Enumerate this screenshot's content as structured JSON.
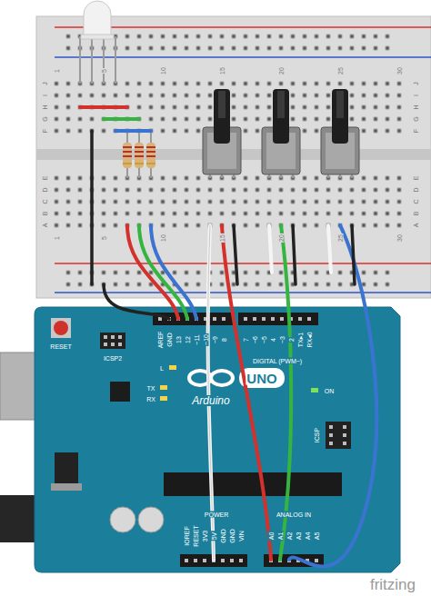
{
  "diagram": {
    "labels": [
      "1",
      "5",
      "10",
      "15",
      "20",
      "25",
      "30",
      "1",
      "5",
      "10",
      "15",
      "20",
      "25",
      "30",
      "J",
      "I",
      "H",
      "G",
      "F",
      "E",
      "D",
      "C",
      "B",
      "A",
      "J",
      "I",
      "H",
      "G",
      "F",
      "E",
      "D",
      "C",
      "B",
      "A",
      "RESET",
      "ICSP2",
      "AREF",
      "GND",
      "13",
      "12",
      "~11",
      "~10",
      "~9",
      "8",
      "7",
      "~6",
      "~5",
      "4",
      "~3",
      "2",
      "TX▸1",
      "RX◂0",
      "DIGITAL (PWM~)",
      "L",
      "TX",
      "RX",
      "Arduino",
      "UNO",
      "ON",
      "ICSP",
      "IOREF",
      "RESET",
      "3V3",
      "5V",
      "GND",
      "GND",
      "VIN",
      "POWER",
      "ANALOG IN",
      "A0",
      "A1",
      "A2",
      "A3",
      "A4",
      "A5",
      "fritzing"
    ]
  }
}
